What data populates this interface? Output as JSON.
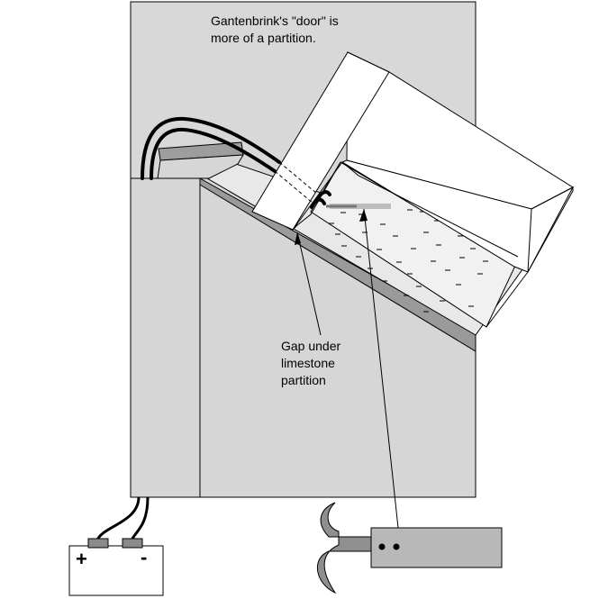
{
  "labels": {
    "door_note_line1": "Gantenbrink's \"door\" is",
    "door_note_line2": "more of a partition.",
    "gap_line1": "Gap under",
    "gap_line2": "limestone",
    "gap_line3": "partition"
  },
  "battery": {
    "positive": "+",
    "negative": "-"
  },
  "icons": [
    "battery-icon",
    "hammer-icon",
    "probe-icon",
    "wire-icon"
  ],
  "colors": {
    "wall": "#d6d6d6",
    "slope": "#e6e6e6",
    "slope_edge": "#999999",
    "liquid": "#f0f0f0",
    "outline": "#000000",
    "tool": "#b4b4b4",
    "hammer": "#8c8c8c"
  }
}
